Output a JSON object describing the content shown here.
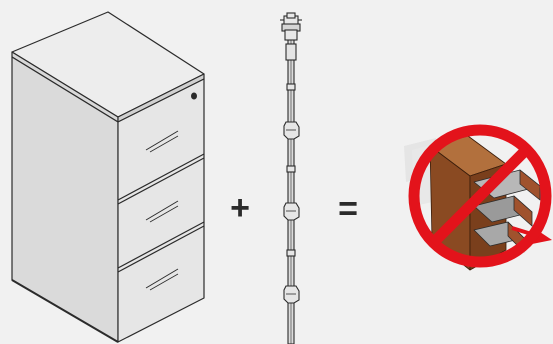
{
  "diagram": {
    "operators": {
      "plus": "+",
      "equals": "="
    },
    "components": [
      {
        "id": "cabinet",
        "icon": "filing-cabinet-icon",
        "drawers": 3
      },
      {
        "id": "lock-rod",
        "icon": "locking-rod-icon"
      },
      {
        "id": "result",
        "icon": "no-multiple-drawers-open-icon"
      }
    ],
    "colors": {
      "background": "#f1f1f1",
      "line": "#2b2b2b",
      "cabinet_front": "#e6e6e6",
      "cabinet_side": "#dadada",
      "cabinet_top": "#ededed",
      "prohibition": "#e3131b",
      "arrow": "#e3131b",
      "wood": "#8a4a22",
      "wood_light": "#b2703d",
      "drawer_metal": "#9a9a9a"
    }
  }
}
